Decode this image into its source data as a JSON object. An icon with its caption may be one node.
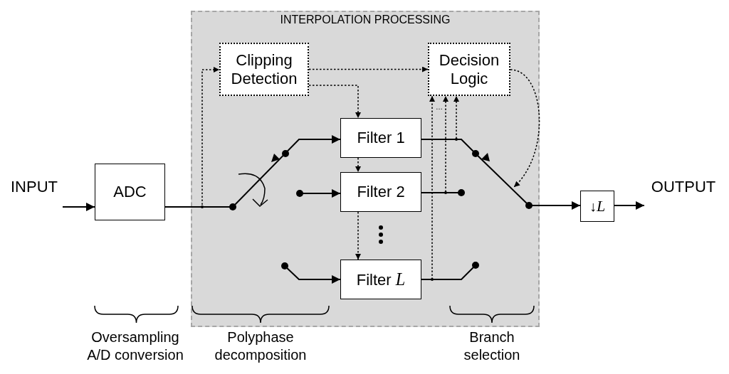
{
  "diagram": {
    "nodes": [
      {
        "text": [
          "INPUT"
        ]
      },
      {
        "text": [
          "ADC"
        ]
      },
      {
        "text": [
          "INTERPOLATION PROCESSING"
        ]
      },
      {
        "text": [
          "Clipping Detection"
        ],
        "in": 2
      },
      {
        "text": [
          "Decision Logic"
        ],
        "in": 2
      },
      {
        "text": [
          "Filter 1"
        ],
        "in": 2
      },
      {
        "text": [
          "Filter 2"
        ],
        "in": 2
      },
      {
        "text": [
          "Filter *L*"
        ],
        "in": 2
      },
      {
        "text": [
          "↓*L*"
        ]
      },
      {
        "text": [
          "OUTPUT"
        ]
      }
    ],
    "edges": [
      {
        "from": 0,
        "to": 1,
        "arrow": "to"
      },
      {
        "from": 1,
        "to": 3,
        "arrow": "to",
        "style": "dashed"
      },
      {
        "from": 1,
        "to": 5,
        "arrow": "to"
      },
      {
        "from": null,
        "to": 6,
        "arrow": "to"
      },
      {
        "from": null,
        "to": 7,
        "arrow": "to"
      },
      {
        "from": 3,
        "to": 4,
        "arrow": "to",
        "style": "dashed"
      },
      {
        "from": 3,
        "to": 5,
        "arrow": "to",
        "style": "dashed"
      },
      {
        "from": 5,
        "to": 6,
        "arrow": "to",
        "style": "dashed"
      },
      {
        "from": 6,
        "to": 7,
        "arrow": "to",
        "style": "dashed"
      },
      {
        "from": 5,
        "to": 4,
        "arrow": "to",
        "style": "dashed"
      },
      {
        "from": 6,
        "to": 4,
        "arrow": "to",
        "style": "dashed"
      },
      {
        "from": 7,
        "to": 4,
        "arrow": "to",
        "style": "dashed"
      },
      {
        "from": 4,
        "to": null,
        "arrow": "to",
        "style": "dashed"
      },
      {
        "from": 5,
        "to": 8,
        "arrow": "to"
      },
      {
        "from": 6,
        "to": null,
        "arrow": "other"
      },
      {
        "from": 7,
        "to": null,
        "arrow": "other"
      },
      {
        "from": 8,
        "to": 9,
        "arrow": "to"
      }
    ],
    "labels": [
      "…",
      "Oversampling A/D conversion",
      "Polyphase decomposition",
      "Branch selection"
    ]
  }
}
